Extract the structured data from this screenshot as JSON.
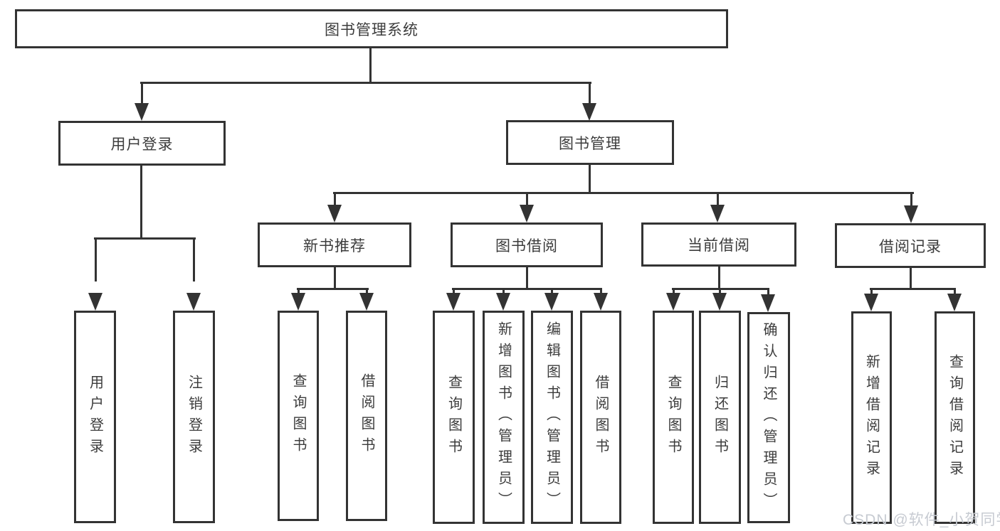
{
  "diagram": {
    "root": {
      "label": "图书管理系统"
    },
    "level2": [
      {
        "label": "用户登录"
      },
      {
        "label": "图书管理"
      }
    ],
    "level3": [
      {
        "label": "新书推荐"
      },
      {
        "label": "图书借阅"
      },
      {
        "label": "当前借阅"
      },
      {
        "label": "借阅记录"
      }
    ],
    "leaves": {
      "user_login": [
        {
          "label": "用户登录"
        },
        {
          "label": "注销登录"
        }
      ],
      "new_book_recommend": [
        {
          "label": "查询图书"
        },
        {
          "label": "借阅图书"
        }
      ],
      "book_borrowing": [
        {
          "label": "查询图书"
        },
        {
          "label": "新增图书（管理员）"
        },
        {
          "label": "编辑图书（管理员）"
        },
        {
          "label": "借阅图书"
        }
      ],
      "current_borrowing": [
        {
          "label": "查询图书"
        },
        {
          "label": "归还图书"
        },
        {
          "label": "确认归还（管理员）"
        }
      ],
      "borrowing_records": [
        {
          "label": "新增借阅记录"
        },
        {
          "label": "查询借阅记录"
        }
      ]
    }
  },
  "watermark": {
    "text": "CSDN @软件_小贺同学"
  },
  "colors": {
    "line": "#333333",
    "text": "#3c3c3c",
    "watermark": "#c7cbd2",
    "background": "#ffffff"
  }
}
